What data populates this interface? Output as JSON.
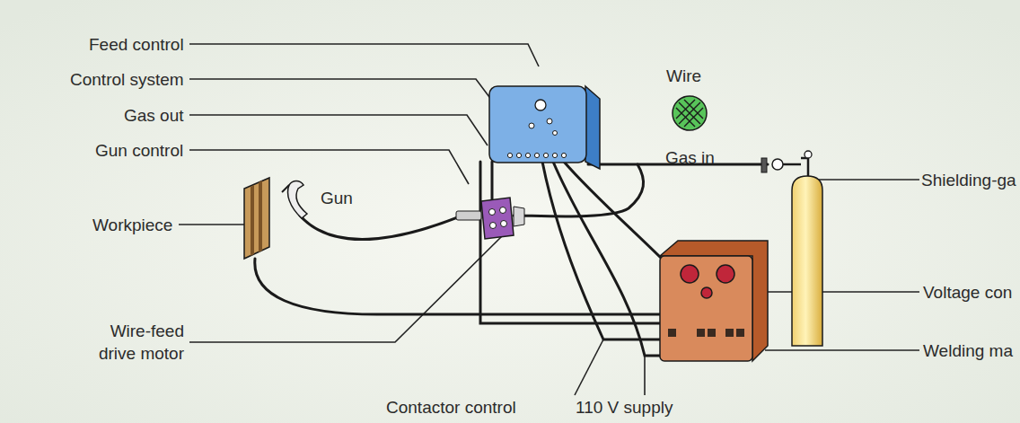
{
  "diagram": {
    "labels": [
      "Feed control",
      "Control system",
      "Gas out",
      "Gun control",
      "Workpiece",
      "Gun",
      "Wire",
      "Gas in",
      "Shielding-ga",
      "Voltage con",
      "Welding ma",
      "Wire-feed drive motor",
      "Contactor control",
      "110 V supply"
    ]
  }
}
